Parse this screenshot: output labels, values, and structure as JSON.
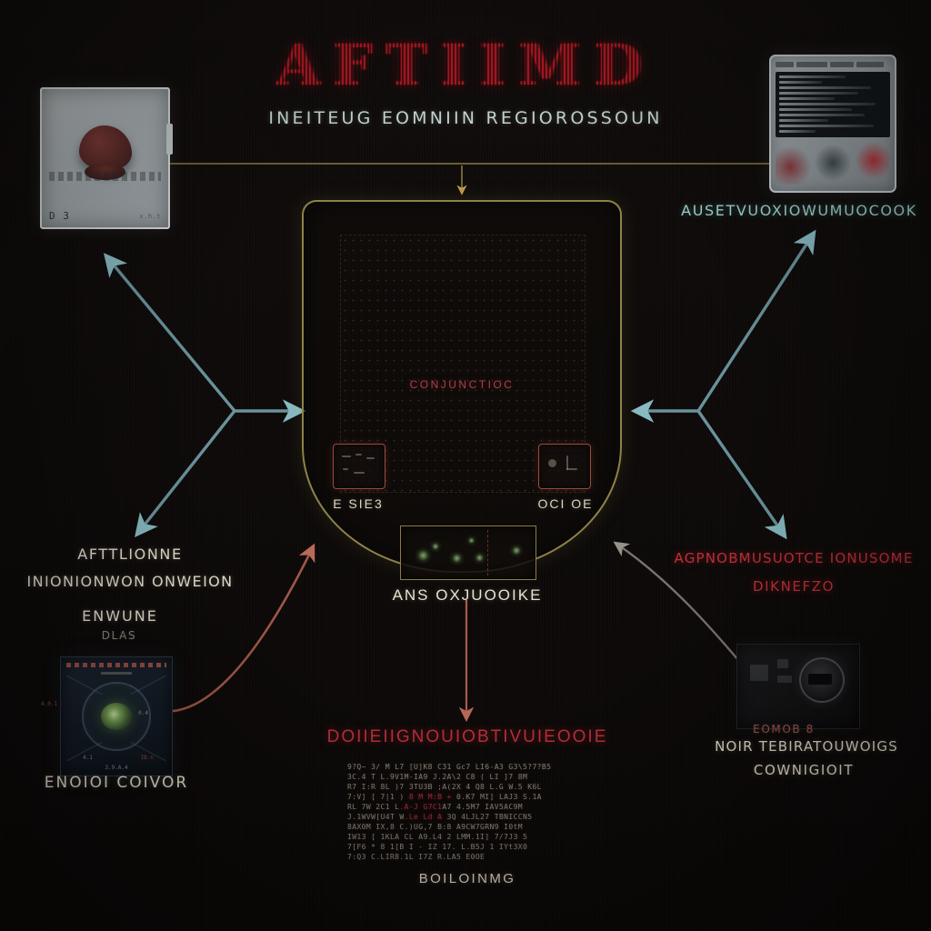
{
  "header": {
    "title": "AFTIIMD",
    "subtitle": "INEITEUG EOMNIIN REGIOROSSOUN",
    "title_color": "#b01822",
    "subtitle_color": "#c9d7d3"
  },
  "nodes": {
    "specimen_card": {
      "corner_code": "D 3",
      "corner_code_small": "x.h.t"
    },
    "reference_tablet": {
      "label": "AUSETVUOXIOWUMUOCOOK",
      "label_color": "#9fd4cf"
    },
    "shield": {
      "core_label": "CONJUNCTIOC",
      "core_label_color": "#a6424a",
      "chip_left_caption": "E SIE3",
      "chip_right_caption": "OCI OE"
    },
    "sample_tray": {
      "caption": "ANS OXJUOOIKE"
    },
    "left_branch": {
      "line1": "AFTTLIONNE",
      "line2": "INIONIONWON ONWEION",
      "line3": "ENWUNE",
      "line4": "DLAS"
    },
    "sensor_module": {
      "caption": "ENOIOI COIVOR",
      "tick_left": "4.0.1",
      "tick_bottom": "3.9.A.4",
      "tick_a": "4.1",
      "tick_b": "IB.n",
      "tick_c": "0.4"
    },
    "right_branch": {
      "line1": "AGPNOBMUSUOTCE IONUSOME",
      "line2": "DIKNEFZO",
      "color": "#c0303a"
    },
    "device_panel": {
      "small_caption": "EOMOB 8",
      "line1": "NOIR TEBIRATOUWOIGS",
      "line2": "COWNIGIOIT"
    },
    "code_readout": {
      "title": "DOIIEIIGNOUIOBTIVUIEOOIE",
      "caption": "BOILOINMG",
      "lines": [
        "9?Q~ 3/ M L7 [U]K8 C31 Gc7 LI6-A3 G3\\5?7?B5",
        "3C.4  T L.9V1M-IA9  J.2A\\2 C8 ( LI ]7 8M",
        "R7 I:R 8L )7 3TU3B ;A(2X 4 Q8 L.G W.5 K6L",
        "7:V] [ 7|1 ) 8 M M:B + 0.K7 MI] LAJ3 S.1A",
        "RL 7W  2C1 L.A-J G7C1A7 4.5M7 IAV5AC9M",
        "J.1WVW[U4T W.Le Ld A 3Q 4LJL27 TBNICCN5",
        "8AX0M  IX,8 C.)UG,7 B:8 A9CW7GRN9 I0tM",
        "IW13 [ 1KLA  CL A9.L4  2 LMM.1I] 7/7J3  5",
        "7[F6 *  8 1[B  I - IZ  17.  L.B5J  1  IYt3X0",
        "7:Q3       C.LIR8.1L  I7Z  R.LA5      E0OE"
      ]
    }
  },
  "connectors": {
    "top_bus_color": "#8d8247",
    "teal_arrow_color": "#8fc4cc",
    "coral_arrow_color": "#c3705e",
    "gray_arrow_color": "#8c8782"
  }
}
